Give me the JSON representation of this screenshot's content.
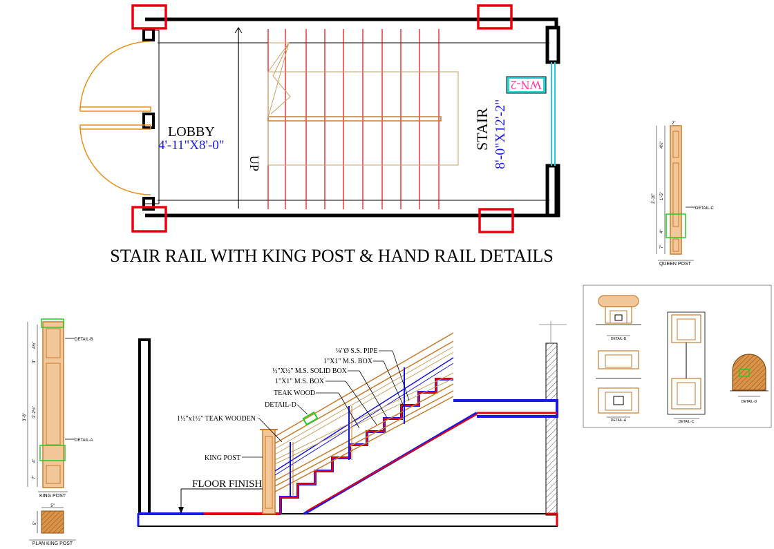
{
  "title": "STAIR RAIL WITH KING POST & HAND RAIL DETAILS",
  "plan": {
    "lobby_label": "LOBBY",
    "lobby_size": "4'-11\"X8'-0\"",
    "up_label": "UP",
    "stair_label": "STAIR",
    "stair_size": "8'-0\"X12'-2\"",
    "window_tag": "WN-2"
  },
  "section": {
    "floor_finish": "FLOOR FINISH",
    "king_post": "KING POST",
    "teak_wooden": "1½\"x1½\" TEAK WOODEN",
    "detail_d": "DETAIL-D",
    "teak_wood": "TEAK WOOD",
    "ms_box": "1\"X1\" M.S. BOX",
    "solid_box": "½\"X½\" M.S. SOLID BOX",
    "ms_box_2": "1\"X1\" M.S. BOX",
    "ss_pipe": "¼\"Ø S.S. PIPE"
  },
  "king_post_detail": {
    "caption": "KING POST",
    "detail_b": "DETAIL-B",
    "detail_a": "DETAIL-A",
    "dims": [
      "3'-8\"",
      "2'-2½\"",
      "4½\"",
      "3\"",
      "4\"",
      "7\""
    ],
    "plan_caption": "PLAN KING POST",
    "plan_dim_w": "5\"",
    "plan_dim_h": "5\""
  },
  "queen_post_detail": {
    "caption": "QUEEN POST",
    "detail_c": "DETAIL-C",
    "dims": [
      "2'-10\"",
      "1'-5\"",
      "4½\"",
      "2\"",
      "4\"",
      "7\""
    ]
  },
  "details_panel": {
    "detail_b": "DETAIL-B",
    "detail_a": "DETAIL-A",
    "detail_c": "DETAIL-C",
    "detail_d": "DETAIL-D"
  },
  "colors": {
    "wall": "#000000",
    "column": "#e8000b",
    "stair_line": "#e8000b",
    "wood": "#c87a2a",
    "blue_rail": "#1010e0",
    "dim_text": "#1a1ae6",
    "window_tag_bg": "#2ad6d6",
    "window_tag_text": "#ff3aa0",
    "detail_green": "#22cc22"
  }
}
